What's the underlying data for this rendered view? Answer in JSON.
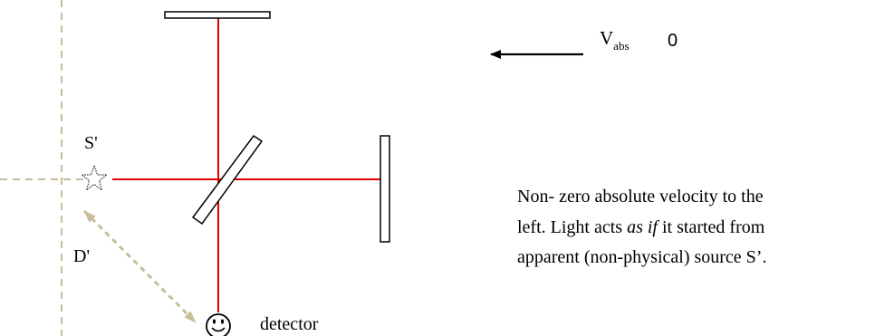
{
  "colors": {
    "background": "#ffffff",
    "beam": "#e00000",
    "guide": "#c8bd9a",
    "ink": "#000000"
  },
  "labels": {
    "source": "S'",
    "distance": "D'",
    "detector": "detector",
    "velocity_symbol": "V",
    "velocity_subscript": "abs",
    "velocity_value": "0"
  },
  "caption": {
    "line1": "Non- zero absolute velocity to the",
    "line2_before": "left. Light acts ",
    "line2_italic": "as if",
    "line2_after": " it started from",
    "line3": "apparent (non-physical) source S’."
  },
  "icons": {
    "source": "star-outline-icon",
    "detector": "smiley-face-icon",
    "arrow": "left-arrow-icon"
  }
}
